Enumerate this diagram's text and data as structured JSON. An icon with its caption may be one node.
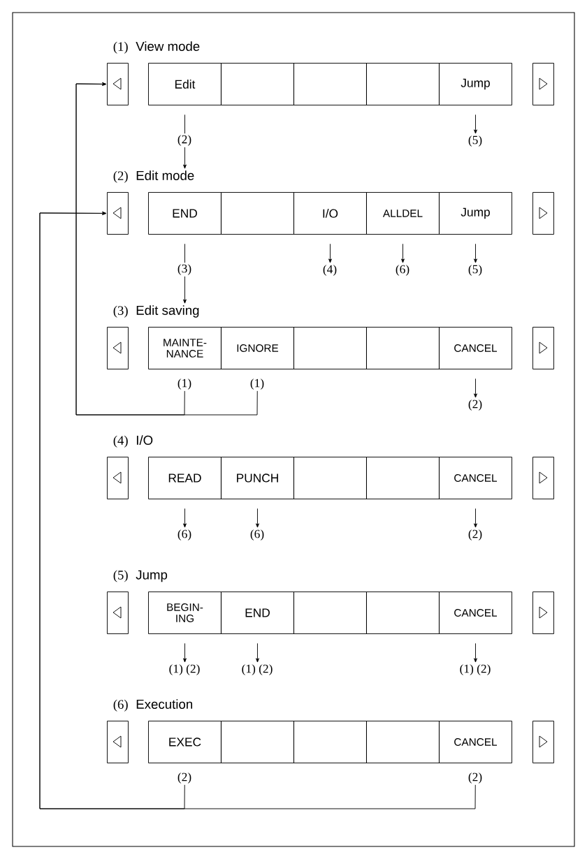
{
  "diagram": {
    "nodes": [
      {
        "text": [
          "(1)",
          "View mode"
        ]
      },
      {
        "text": [],
        "shape": "box"
      },
      {
        "text": [
          "Edit"
        ]
      },
      {
        "text": [],
        "shape": "box"
      },
      {
        "text": [],
        "shape": "box"
      },
      {
        "text": [],
        "shape": "box"
      },
      {
        "text": [
          "Jump"
        ]
      },
      {
        "text": [],
        "shape": "box"
      },
      {
        "text": [
          "(5)"
        ]
      },
      {
        "text": [
          "(2)",
          "Edit mode"
        ]
      },
      {
        "text": [],
        "shape": "box"
      },
      {
        "text": [
          "END"
        ]
      },
      {
        "text": [],
        "shape": "box"
      },
      {
        "text": [
          "I/O"
        ]
      },
      {
        "text": [
          "ALLDEL"
        ]
      },
      {
        "text": [
          "Jump"
        ]
      },
      {
        "text": [],
        "shape": "box"
      },
      {
        "text": [
          "(4)"
        ]
      },
      {
        "text": [
          "(6)"
        ]
      },
      {
        "text": [
          "(5)"
        ]
      },
      {
        "text": [
          "(3)",
          "Edit saving"
        ]
      },
      {
        "text": [],
        "shape": "box"
      },
      {
        "text": [
          "MAINTE- NANCE"
        ]
      },
      {
        "text": [
          "IGNORE"
        ]
      },
      {
        "text": [],
        "shape": "box"
      },
      {
        "text": [],
        "shape": "box"
      },
      {
        "text": [
          "CANCEL"
        ]
      },
      {
        "text": [],
        "shape": "box"
      },
      {
        "text": [
          "(2)"
        ]
      },
      {
        "text": [
          "(4)",
          "I/O"
        ]
      },
      {
        "text": [],
        "shape": "box"
      },
      {
        "text": [
          "READ"
        ]
      },
      {
        "text": [
          "PUNCH"
        ]
      },
      {
        "text": [],
        "shape": "box"
      },
      {
        "text": [],
        "shape": "box"
      },
      {
        "text": [
          "CANCEL"
        ]
      },
      {
        "text": [],
        "shape": "box"
      },
      {
        "text": [
          "(6)"
        ]
      },
      {
        "text": [
          "(6)"
        ]
      },
      {
        "text": [
          "(2)"
        ]
      },
      {
        "text": [
          "(5)",
          "Jump"
        ]
      },
      {
        "text": [],
        "shape": "box"
      },
      {
        "text": [
          "BEGIN- ING"
        ]
      },
      {
        "text": [
          "END"
        ]
      },
      {
        "text": [],
        "shape": "box"
      },
      {
        "text": [],
        "shape": "box"
      },
      {
        "text": [
          "CANCEL"
        ]
      },
      {
        "text": [],
        "shape": "box"
      },
      {
        "text": [
          "(1) (2)"
        ]
      },
      {
        "text": [
          "(1) (2)"
        ]
      },
      {
        "text": [
          "(1) (2)"
        ]
      },
      {
        "text": [
          "(6)",
          "Execution"
        ]
      },
      {
        "text": [],
        "shape": "box"
      },
      {
        "text": [
          "EXEC"
        ]
      },
      {
        "text": [],
        "shape": "box"
      },
      {
        "text": [],
        "shape": "box"
      },
      {
        "text": [],
        "shape": "box"
      },
      {
        "text": [
          "CANCEL"
        ]
      },
      {
        "text": [],
        "shape": "box"
      }
    ],
    "edges": [
      {
        "from": 2,
        "to": 9,
        "arrow": "to",
        "label": "(2)"
      },
      {
        "from": 6,
        "to": 8,
        "arrow": "to"
      },
      {
        "from": 11,
        "to": 20,
        "arrow": "to",
        "label": "(3)"
      },
      {
        "from": 13,
        "to": 17,
        "arrow": "to"
      },
      {
        "from": 14,
        "to": 18,
        "arrow": "to"
      },
      {
        "from": 15,
        "to": 19,
        "arrow": "to"
      },
      {
        "from": 22,
        "to": 1,
        "arrow": "to",
        "label": "(1)"
      },
      {
        "from": 23,
        "to": 1,
        "arrow": "to",
        "label": "(1)"
      },
      {
        "from": 26,
        "to": 28,
        "arrow": "to"
      },
      {
        "from": 31,
        "to": 37,
        "arrow": "to"
      },
      {
        "from": 32,
        "to": 38,
        "arrow": "to"
      },
      {
        "from": 35,
        "to": 39,
        "arrow": "to"
      },
      {
        "from": 42,
        "to": 48,
        "arrow": "to"
      },
      {
        "from": 43,
        "to": 49,
        "arrow": "to"
      },
      {
        "from": 46,
        "to": 50,
        "arrow": "to"
      },
      {
        "from": 53,
        "to": 10,
        "arrow": "to",
        "label": "(2)"
      },
      {
        "from": 57,
        "to": 10,
        "arrow": "to",
        "label": "(2)"
      }
    ]
  }
}
